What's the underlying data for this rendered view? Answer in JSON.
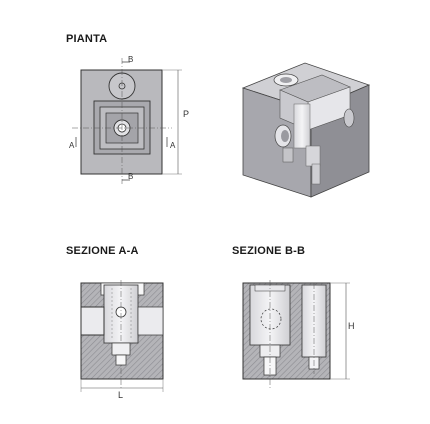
{
  "labels": {
    "plan": "PIANTA",
    "section_aa": "SEZIONE A-A",
    "section_bb": "SEZIONE B-B"
  },
  "dimensions": {
    "p": "P",
    "l": "L",
    "h": "H",
    "a_left": "A",
    "a_right": "A",
    "b_top": "B",
    "b_bottom": "B"
  },
  "colors": {
    "body": "#c8c8cc",
    "hatch": "#9a9aa0",
    "outline": "#333333",
    "iso_light": "#d4d4d8",
    "iso_mid": "#a8a8ae",
    "iso_dark": "#8a8a90"
  }
}
